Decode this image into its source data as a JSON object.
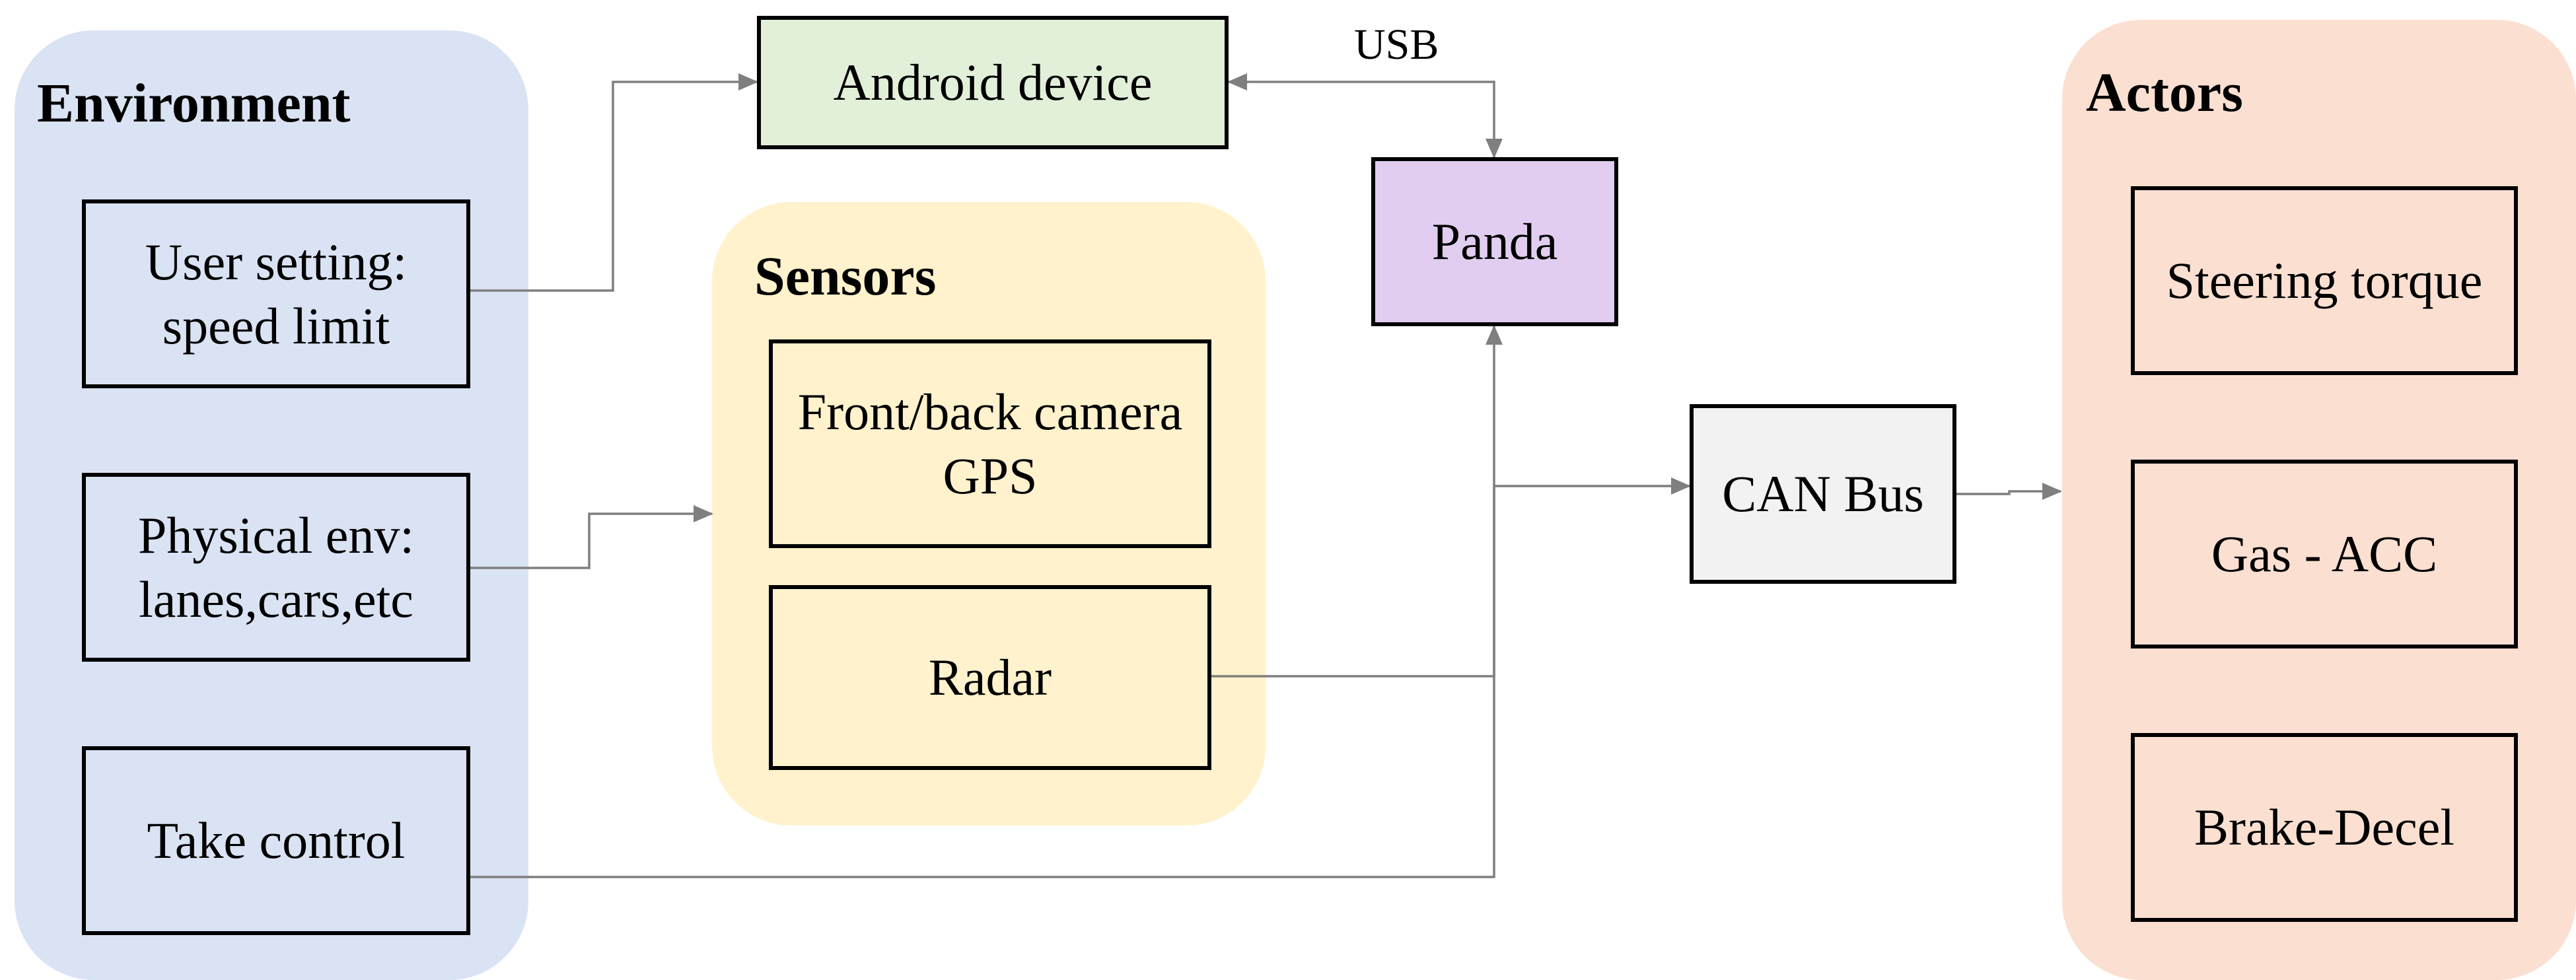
{
  "colors": {
    "environment_bg": "#dae3f3",
    "sensors_bg": "#fff2cc",
    "actors_bg": "#fbe0d2",
    "android_bg": "#e2f0d9",
    "panda_bg": "#e1cdf0",
    "canbus_bg": "#f2f2f2",
    "wire": "#7f7f7f"
  },
  "environment": {
    "title": "Environment",
    "user_setting": {
      "line1": "User setting:",
      "line2": "speed limit"
    },
    "physical_env": {
      "line1": "Physical env:",
      "line2": "lanes,cars,etc"
    },
    "take_control": "Take control"
  },
  "sensors": {
    "title": "Sensors",
    "camera_gps": {
      "line1": "Front/back camera",
      "line2": "GPS"
    },
    "radar": "Radar"
  },
  "android_device": "Android device",
  "usb_label": "USB",
  "panda": "Panda",
  "can_bus": "CAN Bus",
  "actors": {
    "title": "Actors",
    "steering": "Steering torque",
    "gas": "Gas - ACC",
    "brake": "Brake-Decel"
  }
}
